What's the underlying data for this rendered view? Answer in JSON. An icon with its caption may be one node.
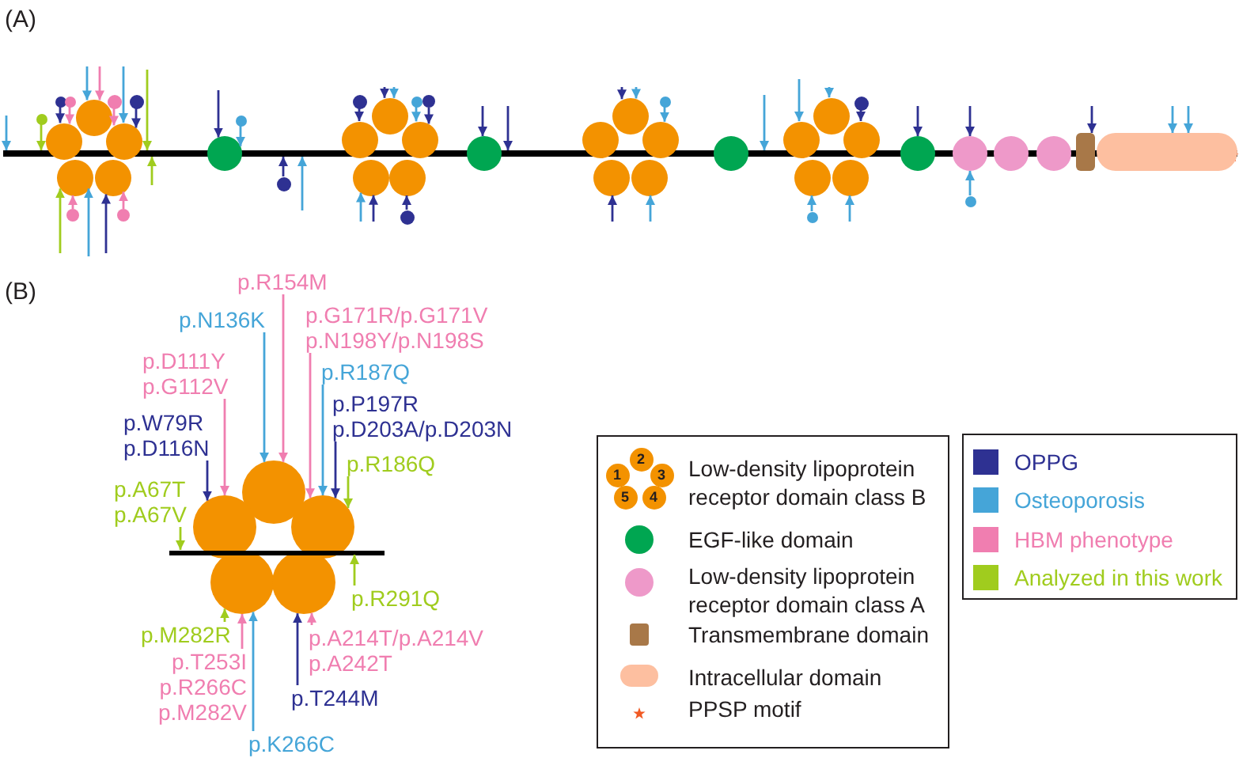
{
  "diagram": {
    "nodes": [
      {
        "text": [],
        "shape": "line"
      },
      {
        "text": [],
        "shape": "circle"
      },
      {
        "text": [],
        "shape": "circle"
      },
      {
        "text": [],
        "shape": "circle"
      },
      {
        "text": [],
        "shape": "circle"
      },
      {
        "text": [],
        "shape": "circle"
      },
      {
        "text": [],
        "shape": "circle"
      },
      {
        "text": [],
        "shape": "circle"
      },
      {
        "text": [],
        "shape": "circle"
      },
      {
        "text": [],
        "shape": "circle"
      },
      {
        "text": [],
        "shape": "circle"
      },
      {
        "text": [],
        "shape": "circle"
      },
      {
        "text": [],
        "shape": "circle"
      },
      {
        "text": [],
        "shape": "circle"
      },
      {
        "text": [],
        "shape": "circle"
      },
      {
        "text": [],
        "shape": "circle"
      },
      {
        "text": [],
        "shape": "circle"
      },
      {
        "text": [],
        "shape": "circle"
      },
      {
        "text": [],
        "shape": "circle"
      },
      {
        "text": [],
        "shape": "circle"
      },
      {
        "text": [],
        "shape": "circle"
      },
      {
        "text": [],
        "shape": "circle"
      },
      {
        "text": [],
        "shape": "circle"
      },
      {
        "text": [],
        "shape": "circle"
      },
      {
        "text": [],
        "shape": "circle"
      },
      {
        "text": [],
        "shape": "circle"
      },
      {
        "text": [],
        "shape": "circle"
      },
      {
        "text": [],
        "shape": "circle"
      },
      {
        "text": [],
        "shape": "box"
      },
      {
        "text": [],
        "shape": "bar"
      },
      {
        "text": [],
        "shape": "circle"
      },
      {
        "text": [],
        "shape": "circle"
      },
      {
        "text": [],
        "shape": "circle"
      },
      {
        "text": [],
        "shape": "circle"
      },
      {
        "text": [],
        "shape": "circle"
      },
      {
        "text": [],
        "shape": "circle"
      },
      {
        "text": [],
        "shape": "circle"
      },
      {
        "text": [],
        "shape": "circle"
      },
      {
        "text": [],
        "shape": "circle"
      },
      {
        "text": [],
        "shape": "circle"
      },
      {
        "text": [],
        "shape": "circle"
      },
      {
        "text": [],
        "shape": "circle"
      },
      {
        "text": [],
        "shape": "circle"
      },
      {
        "text": [],
        "shape": "circle"
      },
      {
        "text": [],
        "shape": "circle"
      },
      {
        "text": [],
        "shape": "circle"
      },
      {
        "text": [],
        "shape": "circle"
      },
      {
        "text": [],
        "shape": "line"
      },
      {
        "text": [],
        "shape": "circle"
      },
      {
        "text": [],
        "shape": "circle"
      },
      {
        "text": [],
        "shape": "circle"
      },
      {
        "text": [],
        "shape": "circle"
      },
      {
        "text": [],
        "shape": "circle"
      },
      {
        "text": [
          "p.R154M"
        ]
      },
      {
        "text": [
          "p.N136K"
        ]
      },
      {
        "text": [
          "p.G171R/p.G171V",
          "p.N198Y/p.N198S"
        ]
      },
      {
        "text": [
          "p.R187Q"
        ]
      },
      {
        "text": [
          "p.D111Y",
          "p.G112V"
        ]
      },
      {
        "text": [
          "p.P197R",
          "p.D203A/p.D203N"
        ]
      },
      {
        "text": [
          "p.W79R",
          "p.D116N"
        ]
      },
      {
        "text": [
          "p.R186Q"
        ]
      },
      {
        "text": [
          "p.A67T",
          "p.A67V"
        ]
      },
      {
        "text": [
          "p.R291Q"
        ]
      },
      {
        "text": [
          "p.M282R"
        ]
      },
      {
        "text": [
          "p.T253I",
          "p.R266C",
          "p.M282V"
        ]
      },
      {
        "text": [
          "p.A214T/p.A214V",
          "p.A242T"
        ]
      },
      {
        "text": [
          "p.T244M"
        ]
      },
      {
        "text": [
          "p.K266C"
        ]
      }
    ],
    "edges": [
      {
        "from": 30,
        "to": 0,
        "arrow": "to",
        "color": "#a0cc1e"
      },
      {
        "from": 31,
        "to": 1,
        "arrow": "to",
        "color": "#2e3192"
      },
      {
        "from": 32,
        "to": 1,
        "arrow": "to",
        "color": "#f07eb0"
      },
      {
        "from": 33,
        "to": 2,
        "arrow": "to",
        "color": "#f07eb0"
      },
      {
        "from": 34,
        "to": 5,
        "arrow": "to",
        "color": "#f07eb0"
      },
      {
        "from": 35,
        "to": 4,
        "arrow": "to",
        "color": "#f07eb0"
      },
      {
        "from": 36,
        "to": 5,
        "arrow": "to",
        "color": "#2e3192"
      },
      {
        "from": 37,
        "to": 6,
        "arrow": "to"
      },
      {
        "from": 38,
        "to": 0,
        "arrow": "to",
        "color": "#2e3192"
      },
      {
        "from": 39,
        "to": 7,
        "arrow": "to",
        "color": "#2e3192"
      },
      {
        "from": 40,
        "to": 10,
        "arrow": "to",
        "color": "#2e3192"
      },
      {
        "from": 41,
        "to": 11,
        "arrow": "to"
      },
      {
        "from": 42,
        "to": 11,
        "arrow": "to",
        "color": "#2e3192"
      },
      {
        "from": 43,
        "to": 17,
        "arrow": "to"
      },
      {
        "from": 44,
        "to": 20,
        "arrow": "to"
      },
      {
        "from": 45,
        "to": 23,
        "arrow": "to",
        "color": "#2e3192"
      },
      {
        "from": 46,
        "to": 25,
        "arrow": "to"
      },
      {
        "from": null,
        "to": 0,
        "arrow": "to"
      },
      {
        "from": null,
        "to": 3,
        "arrow": "to"
      },
      {
        "from": null,
        "to": 3,
        "arrow": "to",
        "color": "#f07eb0"
      },
      {
        "from": null,
        "to": 5,
        "arrow": "to"
      },
      {
        "from": null,
        "to": 0,
        "arrow": "to",
        "color": "#a0cc1e"
      },
      {
        "from": null,
        "to": 2,
        "arrow": "to",
        "color": "#a0cc1e"
      },
      {
        "from": null,
        "to": 2,
        "arrow": "to"
      },
      {
        "from": null,
        "to": 4,
        "arrow": "to",
        "color": "#2e3192"
      },
      {
        "from": null,
        "to": 0,
        "arrow": "to",
        "color": "#a0cc1e"
      },
      {
        "from": null,
        "to": 6,
        "arrow": "to",
        "color": "#2e3192"
      },
      {
        "from": null,
        "to": 0,
        "arrow": "to"
      },
      {
        "from": null,
        "to": 9,
        "arrow": "to",
        "color": "#2e3192"
      },
      {
        "from": null,
        "to": 9,
        "arrow": "to"
      },
      {
        "from": null,
        "to": 8,
        "arrow": "to"
      },
      {
        "from": null,
        "to": 8,
        "arrow": "to",
        "color": "#2e3192"
      },
      {
        "from": null,
        "to": 12,
        "arrow": "to",
        "color": "#2e3192"
      },
      {
        "from": null,
        "to": 0,
        "arrow": "to",
        "color": "#2e3192"
      },
      {
        "from": null,
        "to": 15,
        "arrow": "to",
        "color": "#2e3192"
      },
      {
        "from": null,
        "to": 15,
        "arrow": "to"
      },
      {
        "from": null,
        "to": 14,
        "arrow": "to",
        "color": "#2e3192"
      },
      {
        "from": null,
        "to": 16,
        "arrow": "to"
      },
      {
        "from": null,
        "to": 0,
        "arrow": "to"
      },
      {
        "from": null,
        "to": 19,
        "arrow": "to"
      },
      {
        "from": null,
        "to": 21,
        "arrow": "to"
      },
      {
        "from": null,
        "to": 22,
        "arrow": "to"
      },
      {
        "from": null,
        "to": 24,
        "arrow": "to",
        "color": "#2e3192"
      },
      {
        "from": null,
        "to": 25,
        "arrow": "to",
        "color": "#2e3192"
      },
      {
        "from": null,
        "to": 28,
        "arrow": "to",
        "color": "#2e3192"
      },
      {
        "from": null,
        "to": 29,
        "arrow": "to"
      },
      {
        "from": null,
        "to": 29,
        "arrow": "to"
      },
      {
        "from": 53,
        "to": 48,
        "arrow": "to",
        "color": "#f07eb0"
      },
      {
        "from": 54,
        "to": 48,
        "arrow": "to"
      },
      {
        "from": 55,
        "to": 50,
        "arrow": "to",
        "color": "#f07eb0"
      },
      {
        "from": 56,
        "to": 50,
        "arrow": "to"
      },
      {
        "from": 57,
        "to": 49,
        "arrow": "to",
        "color": "#f07eb0"
      },
      {
        "from": 58,
        "to": 50,
        "arrow": "to",
        "color": "#2e3192"
      },
      {
        "from": 59,
        "to": 49,
        "arrow": "to",
        "color": "#2e3192"
      },
      {
        "from": 60,
        "to": 50,
        "arrow": "to",
        "color": "#a0cc1e"
      },
      {
        "from": 61,
        "to": 47,
        "arrow": "to",
        "color": "#a0cc1e"
      },
      {
        "from": 62,
        "to": 47,
        "arrow": "to",
        "color": "#a0cc1e"
      },
      {
        "from": 63,
        "to": 51,
        "arrow": "to",
        "color": "#a0cc1e"
      },
      {
        "from": 64,
        "to": 51,
        "arrow": "to",
        "color": "#f07eb0"
      },
      {
        "from": 65,
        "to": 52,
        "arrow": "to",
        "color": "#f07eb0"
      },
      {
        "from": 66,
        "to": 52,
        "arrow": "to",
        "color": "#2e3192"
      },
      {
        "from": 67,
        "to": 51,
        "arrow": "to"
      }
    ],
    "labels": [
      "(A)",
      "(B)",
      "1",
      "2",
      "3",
      "4",
      "5"
    ],
    "legend": [
      {
        "text": "Low-density lipoprotein receptor domain class B"
      },
      {
        "text": "EGF-like domain"
      },
      {
        "text": "Low-density lipoprotein receptor domain class A"
      },
      {
        "text": "Transmembrane domain"
      },
      {
        "text": "Intracellular domain"
      },
      {
        "text": "PPSP motif"
      },
      {
        "text": "OPPG",
        "color": "#2e3192"
      },
      {
        "text": "Osteoporosis",
        "color": "#45a5d8"
      },
      {
        "text": "HBM phenotype",
        "color": "#f07eb0"
      },
      {
        "text": "Analyzed in this work",
        "color": "#a0cc1e"
      }
    ]
  }
}
